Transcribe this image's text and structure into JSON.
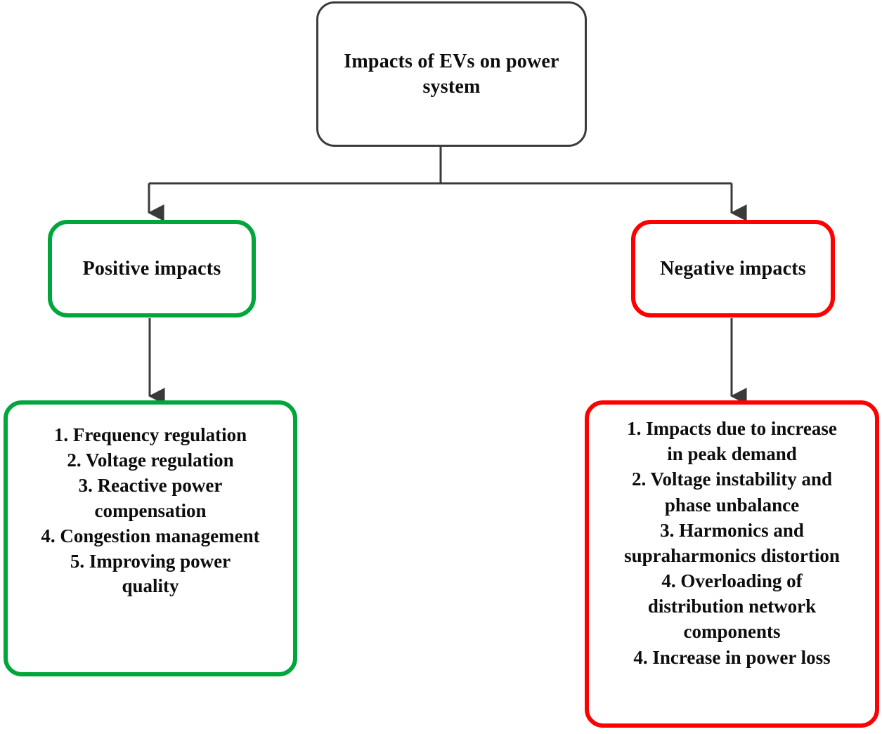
{
  "diagram": {
    "type": "flowchart",
    "title": "Impacts of EVs on power system",
    "orientation": "top-down",
    "colors": {
      "root_border": "#3a3a3a",
      "positive": "#00a63c",
      "negative": "#fe0000",
      "connector": "#3a3a3a",
      "text": "#0d0d0d",
      "background": "#ffffff"
    },
    "nodes": {
      "root": {
        "label": "Impacts of EVs on power system"
      },
      "positive": {
        "label": "Positive impacts"
      },
      "negative": {
        "label": "Negative impacts"
      },
      "positive_list": {
        "items": [
          "1. Frequency regulation",
          "2. Voltage regulation",
          "3. Reactive power\ncompensation",
          "4. Congestion management",
          "5. Improving power\nquality"
        ]
      },
      "negative_list": {
        "items": [
          "1. Impacts due to increase\nin peak demand",
          "2. Voltage instability and\nphase unbalance",
          "3. Harmonics and\nsupraharmonics distortion",
          "4. Overloading of\ndistribution network\ncomponents",
          "4. Increase in power loss"
        ]
      }
    },
    "edges": [
      {
        "from": "root",
        "to": "positive",
        "style": "elbow-arrow"
      },
      {
        "from": "root",
        "to": "negative",
        "style": "elbow-arrow"
      },
      {
        "from": "positive",
        "to": "positive_list",
        "style": "straight-arrow"
      },
      {
        "from": "negative",
        "to": "negative_list",
        "style": "straight-arrow"
      }
    ]
  }
}
